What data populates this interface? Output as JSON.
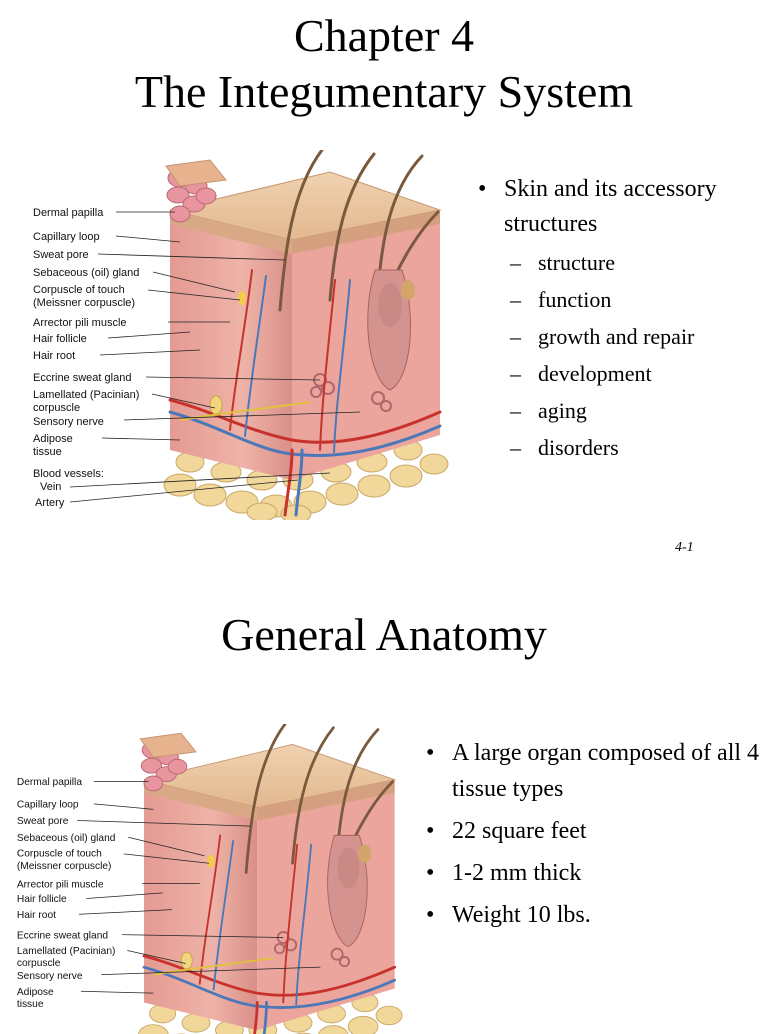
{
  "slide1": {
    "title_line1": "Chapter 4",
    "title_line2": "The Integumentary System",
    "bullet": "Skin and its accessory structures",
    "subbullets": [
      "structure",
      "function",
      "growth and repair",
      "development",
      "aging",
      "disorders"
    ],
    "page_number": "4-1"
  },
  "slide2": {
    "title": "General Anatomy",
    "bullets": [
      "A large organ composed of all 4 tissue types",
      "22 square feet",
      "1-2 mm thick",
      "Weight 10 lbs."
    ]
  },
  "figure": {
    "labels": {
      "dermal_papilla": "Dermal papilla",
      "capillary_loop": "Capillary loop",
      "sweat_pore": "Sweat pore",
      "sebaceous_gland": "Sebaceous (oil) gland",
      "corpuscle_touch": "Corpuscle of touch",
      "meissner": "(Meissner corpuscle)",
      "arrector": "Arrector pili muscle",
      "hair_follicle": "Hair follicle",
      "hair_root": "Hair root",
      "eccrine": "Eccrine sweat gland",
      "lamellated": "Lamellated (Pacinian)",
      "corpuscle": "corpuscle",
      "sensory_nerve": "Sensory nerve",
      "adipose": "Adipose",
      "tissue": "tissue",
      "blood_vessels": "Blood vessels:",
      "vein": "Vein",
      "artery": "Artery"
    }
  },
  "colors": {
    "dermis": "#e9a9a0",
    "epidermis": "#e8c39c",
    "adipose": "#f1d79a",
    "artery": "#c8322d",
    "vein": "#4b78b8",
    "hair": "#7a5a3c"
  }
}
